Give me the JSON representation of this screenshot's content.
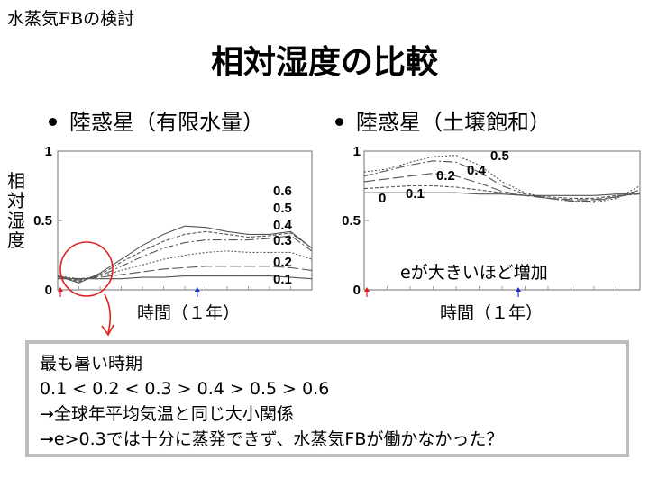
{
  "corner_title": "水蒸気FBの検討",
  "slide_title": "相対湿度の比較",
  "bullets": {
    "left": "陸惑星（有限水量）",
    "right": "陸惑星（土壌飽和）"
  },
  "y_axis_title": [
    "相",
    "対",
    "湿",
    "度"
  ],
  "x_axis_title_left": "時間（１年）",
  "x_axis_title_right": "時間（１年）",
  "right_note": "eが大きいほど増加",
  "summary": {
    "line1": "最も暑い時期",
    "line2": "0.1 < 0.2 < 0.3 > 0.4 > 0.5 > 0.6",
    "line3": "→全球年平均気温と同じ大小関係",
    "line4": "→e>0.3では十分に蒸発できず、水蒸気FBが働かなかった？"
  },
  "colors": {
    "circle": "#e02020",
    "left_marker": "#e02020",
    "right_marker": "#1f2fd6",
    "summary_border": "#bdbdbd",
    "series": "#555555"
  },
  "chart_data": [
    {
      "type": "line",
      "title": "",
      "xlabel": "時間（１年）",
      "ylabel": "相対湿度",
      "ylim": [
        0,
        1
      ],
      "yticks": [
        "0",
        "0.5",
        "1"
      ],
      "grid": false,
      "x": [
        0,
        1,
        2,
        3,
        4,
        5,
        6,
        7,
        8,
        9,
        10,
        11,
        12
      ],
      "series": [
        {
          "name": "0.6",
          "dash": "",
          "values": [
            0.1,
            0.05,
            0.12,
            0.22,
            0.32,
            0.4,
            0.46,
            0.45,
            0.42,
            0.4,
            0.4,
            0.42,
            0.3
          ]
        },
        {
          "name": "0.5",
          "dash": "4,2",
          "values": [
            0.1,
            0.06,
            0.11,
            0.2,
            0.28,
            0.35,
            0.4,
            0.42,
            0.4,
            0.38,
            0.39,
            0.41,
            0.3
          ]
        },
        {
          "name": "0.4",
          "dash": "10,3,2,3",
          "values": [
            0.1,
            0.07,
            0.1,
            0.17,
            0.24,
            0.3,
            0.34,
            0.36,
            0.36,
            0.36,
            0.37,
            0.39,
            0.28
          ]
        },
        {
          "name": "0.3",
          "dash": "2,2",
          "values": [
            0.1,
            0.08,
            0.1,
            0.14,
            0.18,
            0.22,
            0.25,
            0.27,
            0.28,
            0.27,
            0.27,
            0.27,
            0.22
          ]
        },
        {
          "name": "0.2",
          "dash": "12,4",
          "values": [
            0.09,
            0.08,
            0.09,
            0.11,
            0.13,
            0.15,
            0.16,
            0.17,
            0.17,
            0.17,
            0.17,
            0.16,
            0.14
          ]
        },
        {
          "name": "0.1",
          "dash": "",
          "values": [
            0.08,
            0.08,
            0.08,
            0.08,
            0.09,
            0.09,
            0.1,
            0.1,
            0.1,
            0.1,
            0.1,
            0.09,
            0.08
          ]
        }
      ]
    },
    {
      "type": "line",
      "title": "",
      "xlabel": "時間（１年）",
      "ylabel": "",
      "ylim": [
        0,
        1
      ],
      "yticks": [
        "0",
        "0.5",
        "1"
      ],
      "grid": false,
      "x": [
        0,
        1,
        2,
        3,
        4,
        5,
        6,
        7,
        8,
        9,
        10,
        11,
        12
      ],
      "series": [
        {
          "name": "0.5",
          "dash": "2,2",
          "values": [
            0.85,
            0.87,
            0.92,
            0.96,
            0.97,
            0.9,
            0.78,
            0.7,
            0.66,
            0.64,
            0.63,
            0.66,
            0.75
          ]
        },
        {
          "name": "0.4",
          "dash": "10,3,2,3",
          "values": [
            0.82,
            0.86,
            0.9,
            0.93,
            0.92,
            0.85,
            0.75,
            0.69,
            0.66,
            0.64,
            0.64,
            0.67,
            0.72
          ]
        },
        {
          "name": "0.2",
          "dash": "12,4",
          "values": [
            0.78,
            0.8,
            0.82,
            0.84,
            0.82,
            0.77,
            0.71,
            0.68,
            0.66,
            0.65,
            0.65,
            0.67,
            0.7
          ]
        },
        {
          "name": "0.1",
          "dash": "4,2",
          "values": [
            0.73,
            0.74,
            0.75,
            0.75,
            0.74,
            0.72,
            0.7,
            0.68,
            0.67,
            0.66,
            0.66,
            0.68,
            0.69
          ]
        },
        {
          "name": "0",
          "dash": "",
          "values": [
            0.7,
            0.7,
            0.7,
            0.7,
            0.7,
            0.69,
            0.69,
            0.68,
            0.68,
            0.68,
            0.68,
            0.69,
            0.69
          ]
        }
      ]
    }
  ]
}
